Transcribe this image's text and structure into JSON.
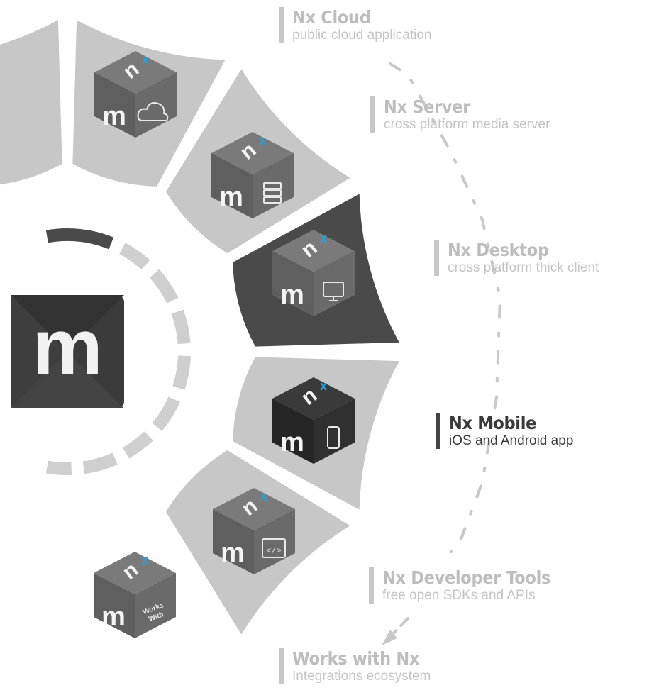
{
  "products": [
    {
      "title": "Nx Cloud",
      "subtitle": "public cloud application",
      "icon": "cloud-icon",
      "active": false
    },
    {
      "title": "Nx Server",
      "subtitle": "cross platform media server",
      "icon": "server-icon",
      "active": false
    },
    {
      "title": "Nx Desktop",
      "subtitle": "cross platform thick client",
      "icon": "monitor-icon",
      "active": false
    },
    {
      "title": "Nx Mobile",
      "subtitle": "iOS and Android app",
      "icon": "phone-icon",
      "active": true
    },
    {
      "title": "Nx Developer Tools",
      "subtitle": "free open SDKs and APIs",
      "icon": "code-icon",
      "active": false
    },
    {
      "title": "Works with Nx",
      "subtitle": "Integrations ecosystem",
      "icon": "works-with-icon",
      "active": false
    }
  ],
  "cube": {
    "top_mark": "n",
    "top_accent": "x",
    "side_mark": "m",
    "works_with_text": [
      "Works",
      "With"
    ]
  },
  "logo": {
    "mark": "m"
  },
  "colors": {
    "segment": "#c7c7c7",
    "segment_active": "#4a4a4a",
    "accent": "#2a9fd6",
    "cube_face": "#6f6f6f",
    "logo_bg": "#3b3b3b"
  }
}
